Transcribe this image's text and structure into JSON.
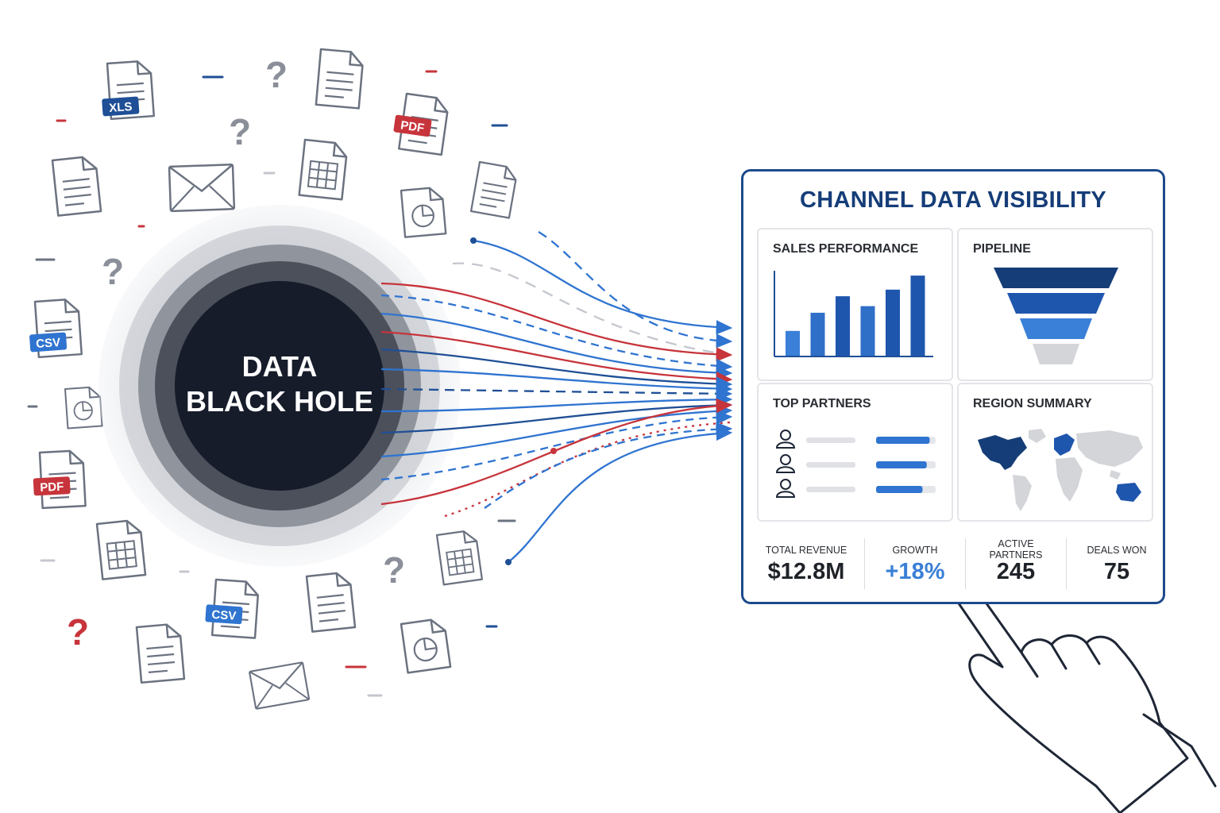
{
  "left": {
    "black_hole_label_line1": "DATA",
    "black_hole_label_line2": "BLACK HOLE",
    "file_badges": {
      "xls": "XLS",
      "pdf": "PDF",
      "csv": "CSV"
    },
    "question_mark": "?",
    "colors": {
      "blue": "#1f4f96",
      "red": "#c7343b",
      "dark": "#161c2a"
    }
  },
  "dashboard": {
    "title": "CHANNEL DATA VISIBILITY",
    "sales_panel": {
      "title": "SALES PERFORMANCE",
      "bars": [
        0.3,
        0.52,
        0.72,
        0.6,
        0.8,
        0.97
      ]
    },
    "pipeline_panel": {
      "title": "PIPELINE",
      "stages": 4
    },
    "partners_panel": {
      "title": "TOP PARTNERS",
      "rows": [
        {
          "fill": 0.9
        },
        {
          "fill": 0.85
        },
        {
          "fill": 0.78
        }
      ]
    },
    "region_panel": {
      "title": "REGION SUMMARY"
    },
    "kpis": [
      {
        "label": "TOTAL REVENUE",
        "value": "$12.8M"
      },
      {
        "label": "GROWTH",
        "value": "+18%"
      },
      {
        "label_line1": "ACTIVE",
        "label_line2": "PARTNERS",
        "value": "245"
      },
      {
        "label": "DEALS WON",
        "value": "75"
      }
    ],
    "colors": {
      "border": "#1d4a8c",
      "title": "#153d78",
      "accent": "#2f74d0",
      "growth": "#3a7fd6"
    }
  }
}
